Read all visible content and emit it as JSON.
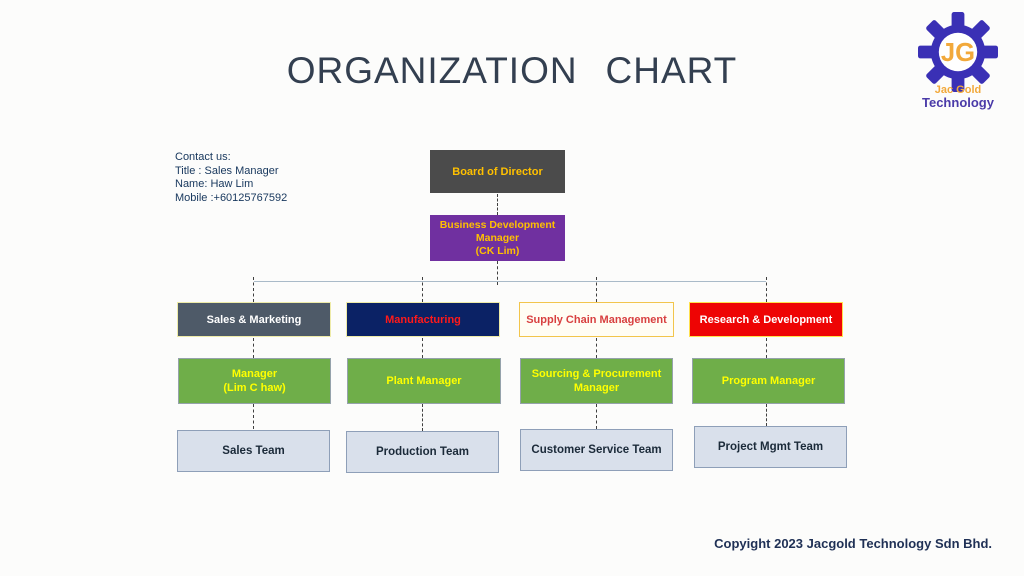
{
  "header": {
    "title": "ORGANIZATION CHART"
  },
  "logo": {
    "initials": "JG",
    "name": "Jac Gold",
    "subtitle": "Technology",
    "colors": {
      "gear": "#3a30b5",
      "gold": "#f2a93b",
      "purple": "#4a3aa8"
    }
  },
  "contact": {
    "lines": [
      "Contact us:",
      "Title : Sales Manager",
      "Name: Haw Lim",
      "Mobile :+60125767592"
    ]
  },
  "org_chart": {
    "board": {
      "label": "Board of Director",
      "bg": "#4b4b4b",
      "text_color": "#ffc000"
    },
    "business_development": {
      "lines": [
        "Business  Development",
        "Manager",
        "(CK Lim)"
      ],
      "bg": "#7030a0",
      "text_color": "#ffc000"
    },
    "columns": [
      {
        "department": {
          "label": "Sales & Marketing",
          "bg": "#4e5a68",
          "text_color": "#ffffff",
          "border": "#eeeba8"
        },
        "manager": {
          "lines": [
            "Manager",
            "(Lim C haw)"
          ],
          "bg": "#6fae49",
          "text_color": "#ffff00"
        },
        "team": {
          "label": "Sales Team",
          "bg": "#d9e0eb",
          "text_color": "#1b2a39"
        }
      },
      {
        "department": {
          "label": "Manufacturing",
          "bg": "#0b2265",
          "text_color": "#ff1a1a",
          "border": "#eeeba8"
        },
        "manager": {
          "lines": [
            "Plant Manager"
          ],
          "bg": "#6fae49",
          "text_color": "#ffff00"
        },
        "team": {
          "label": "Production Team",
          "bg": "#d9e0eb",
          "text_color": "#1b2a39"
        }
      },
      {
        "department": {
          "label": "Supply Chain Management",
          "bg": "#fffdf4",
          "text_color": "#d84040",
          "border": "#f2c54c"
        },
        "manager": {
          "lines": [
            "Sourcing & Procurement",
            "Manager"
          ],
          "bg": "#6fae49",
          "text_color": "#ffff00"
        },
        "team": {
          "label": "Customer Service Team",
          "bg": "#d9e0eb",
          "text_color": "#1b2a39"
        }
      },
      {
        "department": {
          "label": "Research & Development",
          "bg": "#ee0404",
          "text_color": "#ffffff",
          "border": "#ffe14d"
        },
        "manager": {
          "lines": [
            "Program Manager"
          ],
          "bg": "#6fae49",
          "text_color": "#ffff00"
        },
        "team": {
          "label": "Project Mgmt Team",
          "bg": "#d9e0eb",
          "text_color": "#1b2a39"
        }
      }
    ],
    "connector_colors": {
      "dashed": "#3f3f3f",
      "solid": "#a9bac8"
    }
  },
  "footer": {
    "copyright": "Copyight 2023 Jacgold Technology Sdn Bhd."
  }
}
